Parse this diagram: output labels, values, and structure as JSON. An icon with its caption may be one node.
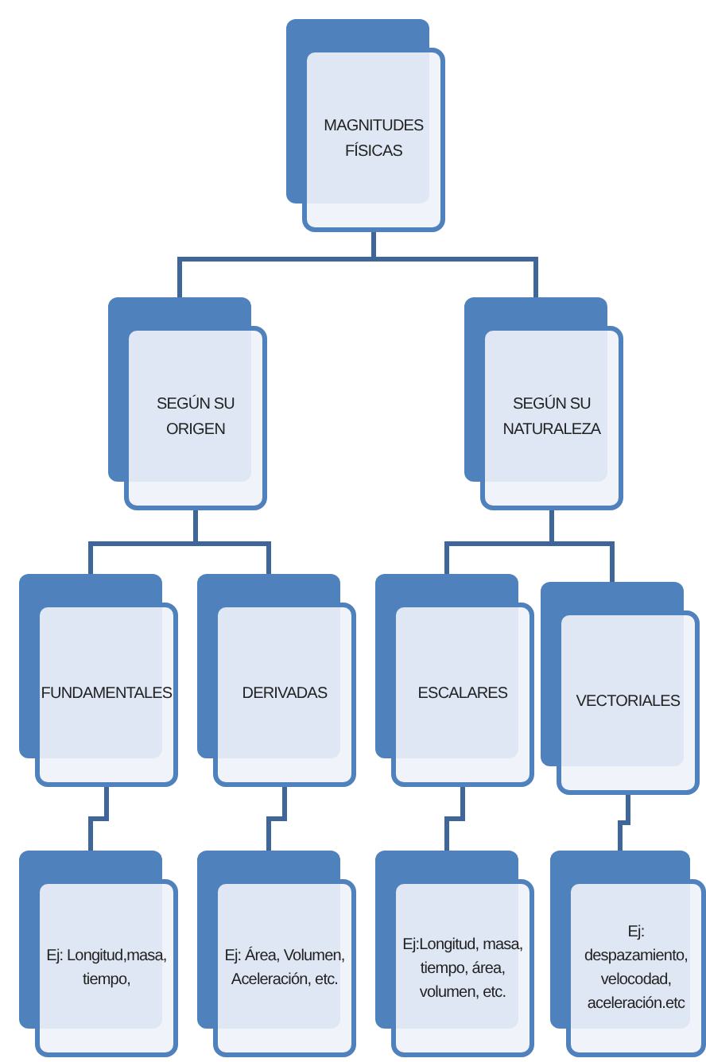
{
  "diagram": {
    "nodes": [
      {
        "text": [
          "MAGNITUDES FÍSICAS"
        ]
      },
      {
        "text": [
          "SEGÚN SU ORIGEN"
        ]
      },
      {
        "text": [
          "SEGÚN SU NATURALEZA"
        ]
      },
      {
        "text": [
          "FUNDAMENTALES"
        ]
      },
      {
        "text": [
          "DERIVADAS"
        ]
      },
      {
        "text": [
          "ESCALARES"
        ]
      },
      {
        "text": [
          "VECTORIALES"
        ]
      },
      {
        "text": [
          "Ej: Longitud,masa, tiempo,"
        ]
      },
      {
        "text": [
          "Ej: Área, Volumen, Aceleración, etc."
        ]
      },
      {
        "text": [
          "Ej:Longitud, masa, tiempo, área, volumen, etc."
        ]
      },
      {
        "text": [
          "Ej: despazamiento, velocodad, aceleración.etc"
        ]
      }
    ],
    "edges": [
      {
        "from": 0,
        "to": 1,
        "arrow": "none"
      },
      {
        "from": 0,
        "to": 2,
        "arrow": "none"
      },
      {
        "from": 1,
        "to": 3,
        "arrow": "none"
      },
      {
        "from": 1,
        "to": 4,
        "arrow": "none"
      },
      {
        "from": 2,
        "to": 5,
        "arrow": "none"
      },
      {
        "from": 2,
        "to": 6,
        "arrow": "none"
      },
      {
        "from": 3,
        "to": 7,
        "arrow": "none"
      },
      {
        "from": 4,
        "to": 8,
        "arrow": "none"
      },
      {
        "from": 5,
        "to": 9,
        "arrow": "none"
      },
      {
        "from": 6,
        "to": 10,
        "arrow": "none"
      }
    ]
  }
}
